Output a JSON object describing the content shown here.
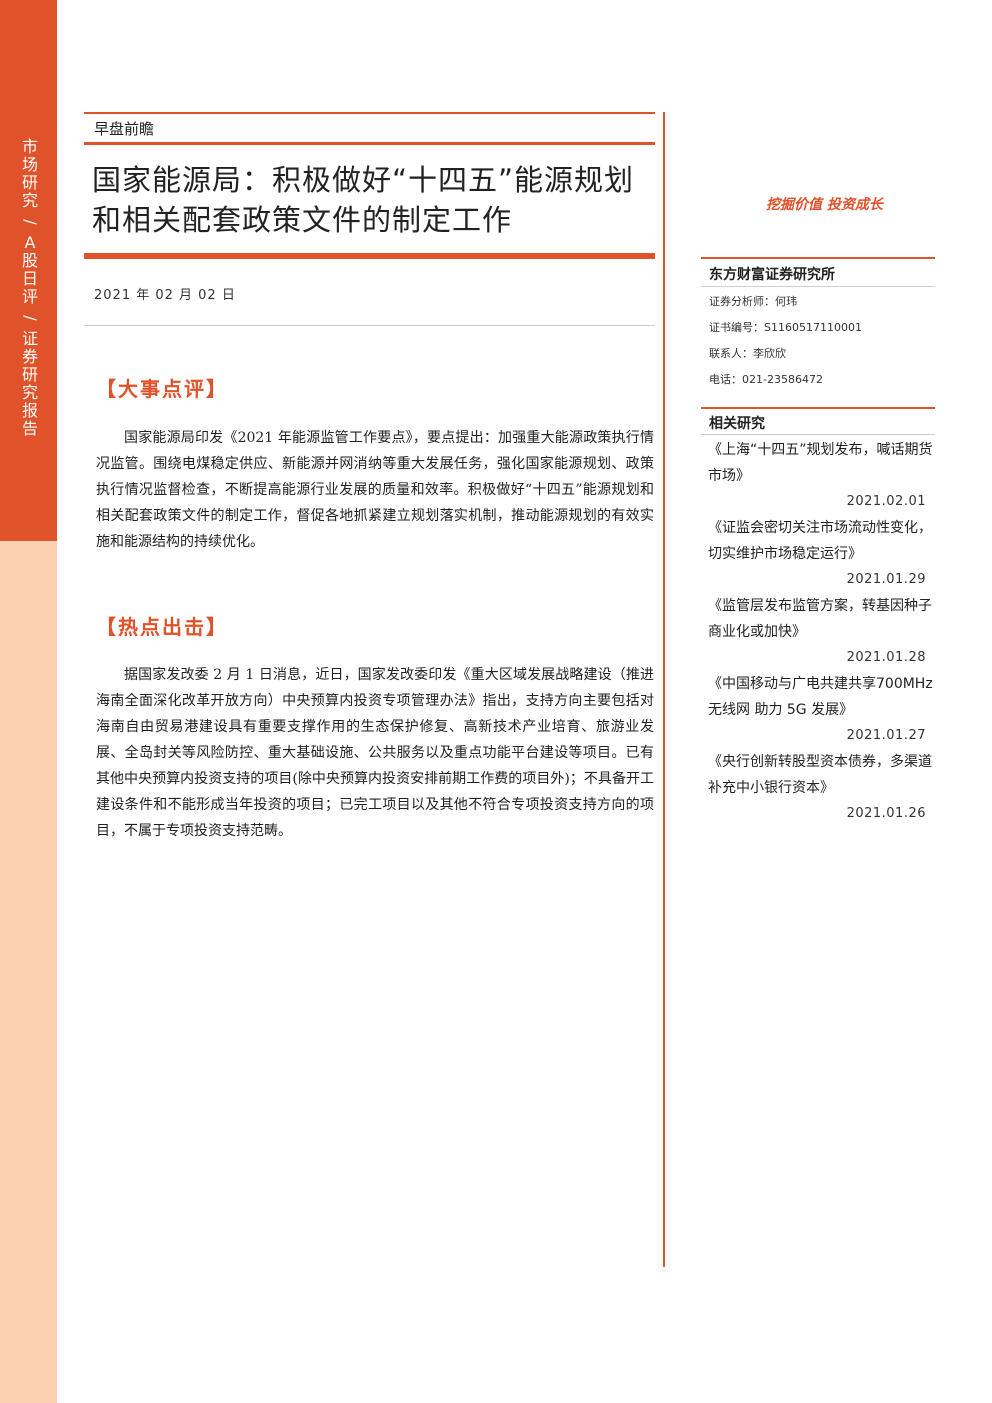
{
  "sidebar": {
    "segments": [
      "市场研究",
      "/",
      "A股日评",
      "/",
      "证券研究报告"
    ]
  },
  "header": {
    "category": "早盘前瞻",
    "title": "国家能源局：积极做好“十四五”能源规划和相关配套政策文件的制定工作",
    "date": "2021 年 02 月 02 日"
  },
  "sections": [
    {
      "heading": "【大事点评】",
      "body": "国家能源局印发《2021 年能源监管工作要点》，要点提出：加强重大能源政策执行情况监管。围绕电煤稳定供应、新能源并网消纳等重大发展任务，强化国家能源规划、政策执行情况监督检查，不断提高能源行业发展的质量和效率。积极做好“十四五”能源规划和相关配套政策文件的制定工作，督促各地抓紧建立规划落实机制，推动能源规划的有效实施和能源结构的持续优化。"
    },
    {
      "heading": "【热点出击】",
      "body": "据国家发改委 2 月 1 日消息，近日，国家发改委印发《重大区域发展战略建设（推进海南全面深化改革开放方向）中央预算内投资专项管理办法》指出，支持方向主要包括对海南自由贸易港建设具有重要支撑作用的生态保护修复、高新技术产业培育、旅游业发展、全岛封关等风险防控、重大基础设施、公共服务以及重点功能平台建设等项目。已有其他中央预算内投资支持的项目(除中央预算内投资安排前期工作费的项目外)；不具备开工建设条件和不能形成当年投资的项目；已完工项目以及其他不符合专项投资支持方向的项目，不属于专项投资支持范畴。"
    }
  ],
  "right": {
    "slogan": "挖掘价值 投资成长",
    "institute": "东方财富证券研究所",
    "contacts": [
      "证券分析师：何玮",
      "证书编号：S1160517110001",
      "联系人：李欣欣",
      "电话：021-23586472"
    ],
    "related_heading": "相关研究",
    "related": [
      {
        "title": "《上海“十四五”规划发布，喊话期货市场》",
        "date": "2021.02.01"
      },
      {
        "title": "《证监会密切关注市场流动性变化，切实维护市场稳定运行》",
        "date": "2021.01.29"
      },
      {
        "title": "《监管层发布监管方案，转基因种子商业化或加快》",
        "date": "2021.01.28"
      },
      {
        "title": "《中国移动与广电共建共享700MHz 无线网 助力 5G 发展》",
        "date": "2021.01.27"
      },
      {
        "title": "《央行创新转股型资本债券，多渠道补充中小银行资本》",
        "date": "2021.01.26"
      }
    ]
  }
}
